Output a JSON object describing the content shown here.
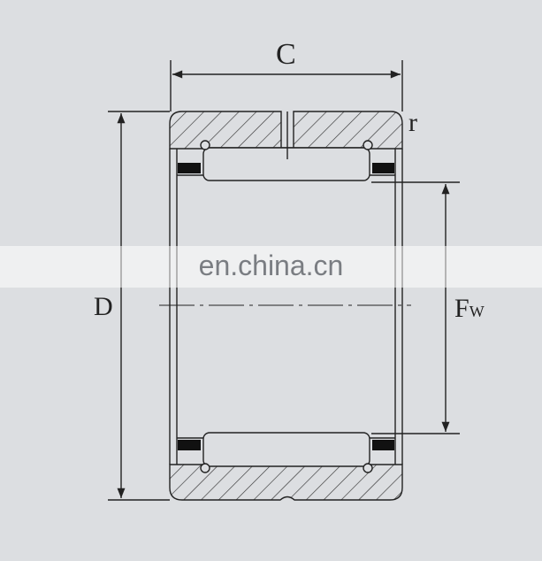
{
  "diagram": {
    "labels": {
      "width": "C",
      "outer_diameter": "D",
      "radius": "r",
      "inner_diameter_main": "F",
      "inner_diameter_sub": "W"
    }
  },
  "watermark": "en.china.cn",
  "colors": {
    "background": "#dcdee1",
    "line": "#222222"
  }
}
